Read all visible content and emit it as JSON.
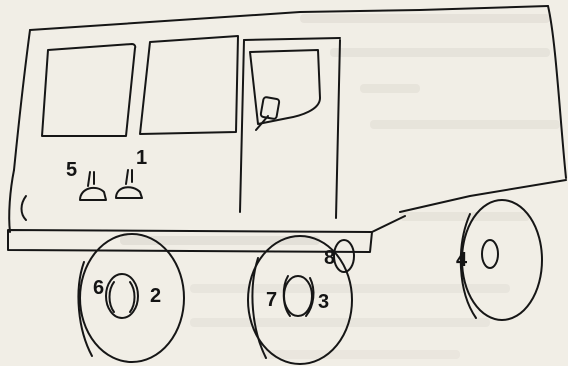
{
  "figure": {
    "callouts": [
      {
        "id": "1",
        "label": "1"
      },
      {
        "id": "2",
        "label": "2"
      },
      {
        "id": "3",
        "label": "3"
      },
      {
        "id": "4",
        "label": "4"
      },
      {
        "id": "5",
        "label": "5"
      },
      {
        "id": "6",
        "label": "6"
      },
      {
        "id": "7",
        "label": "7"
      },
      {
        "id": "8",
        "label": "8"
      }
    ],
    "background_text_faint": true
  }
}
